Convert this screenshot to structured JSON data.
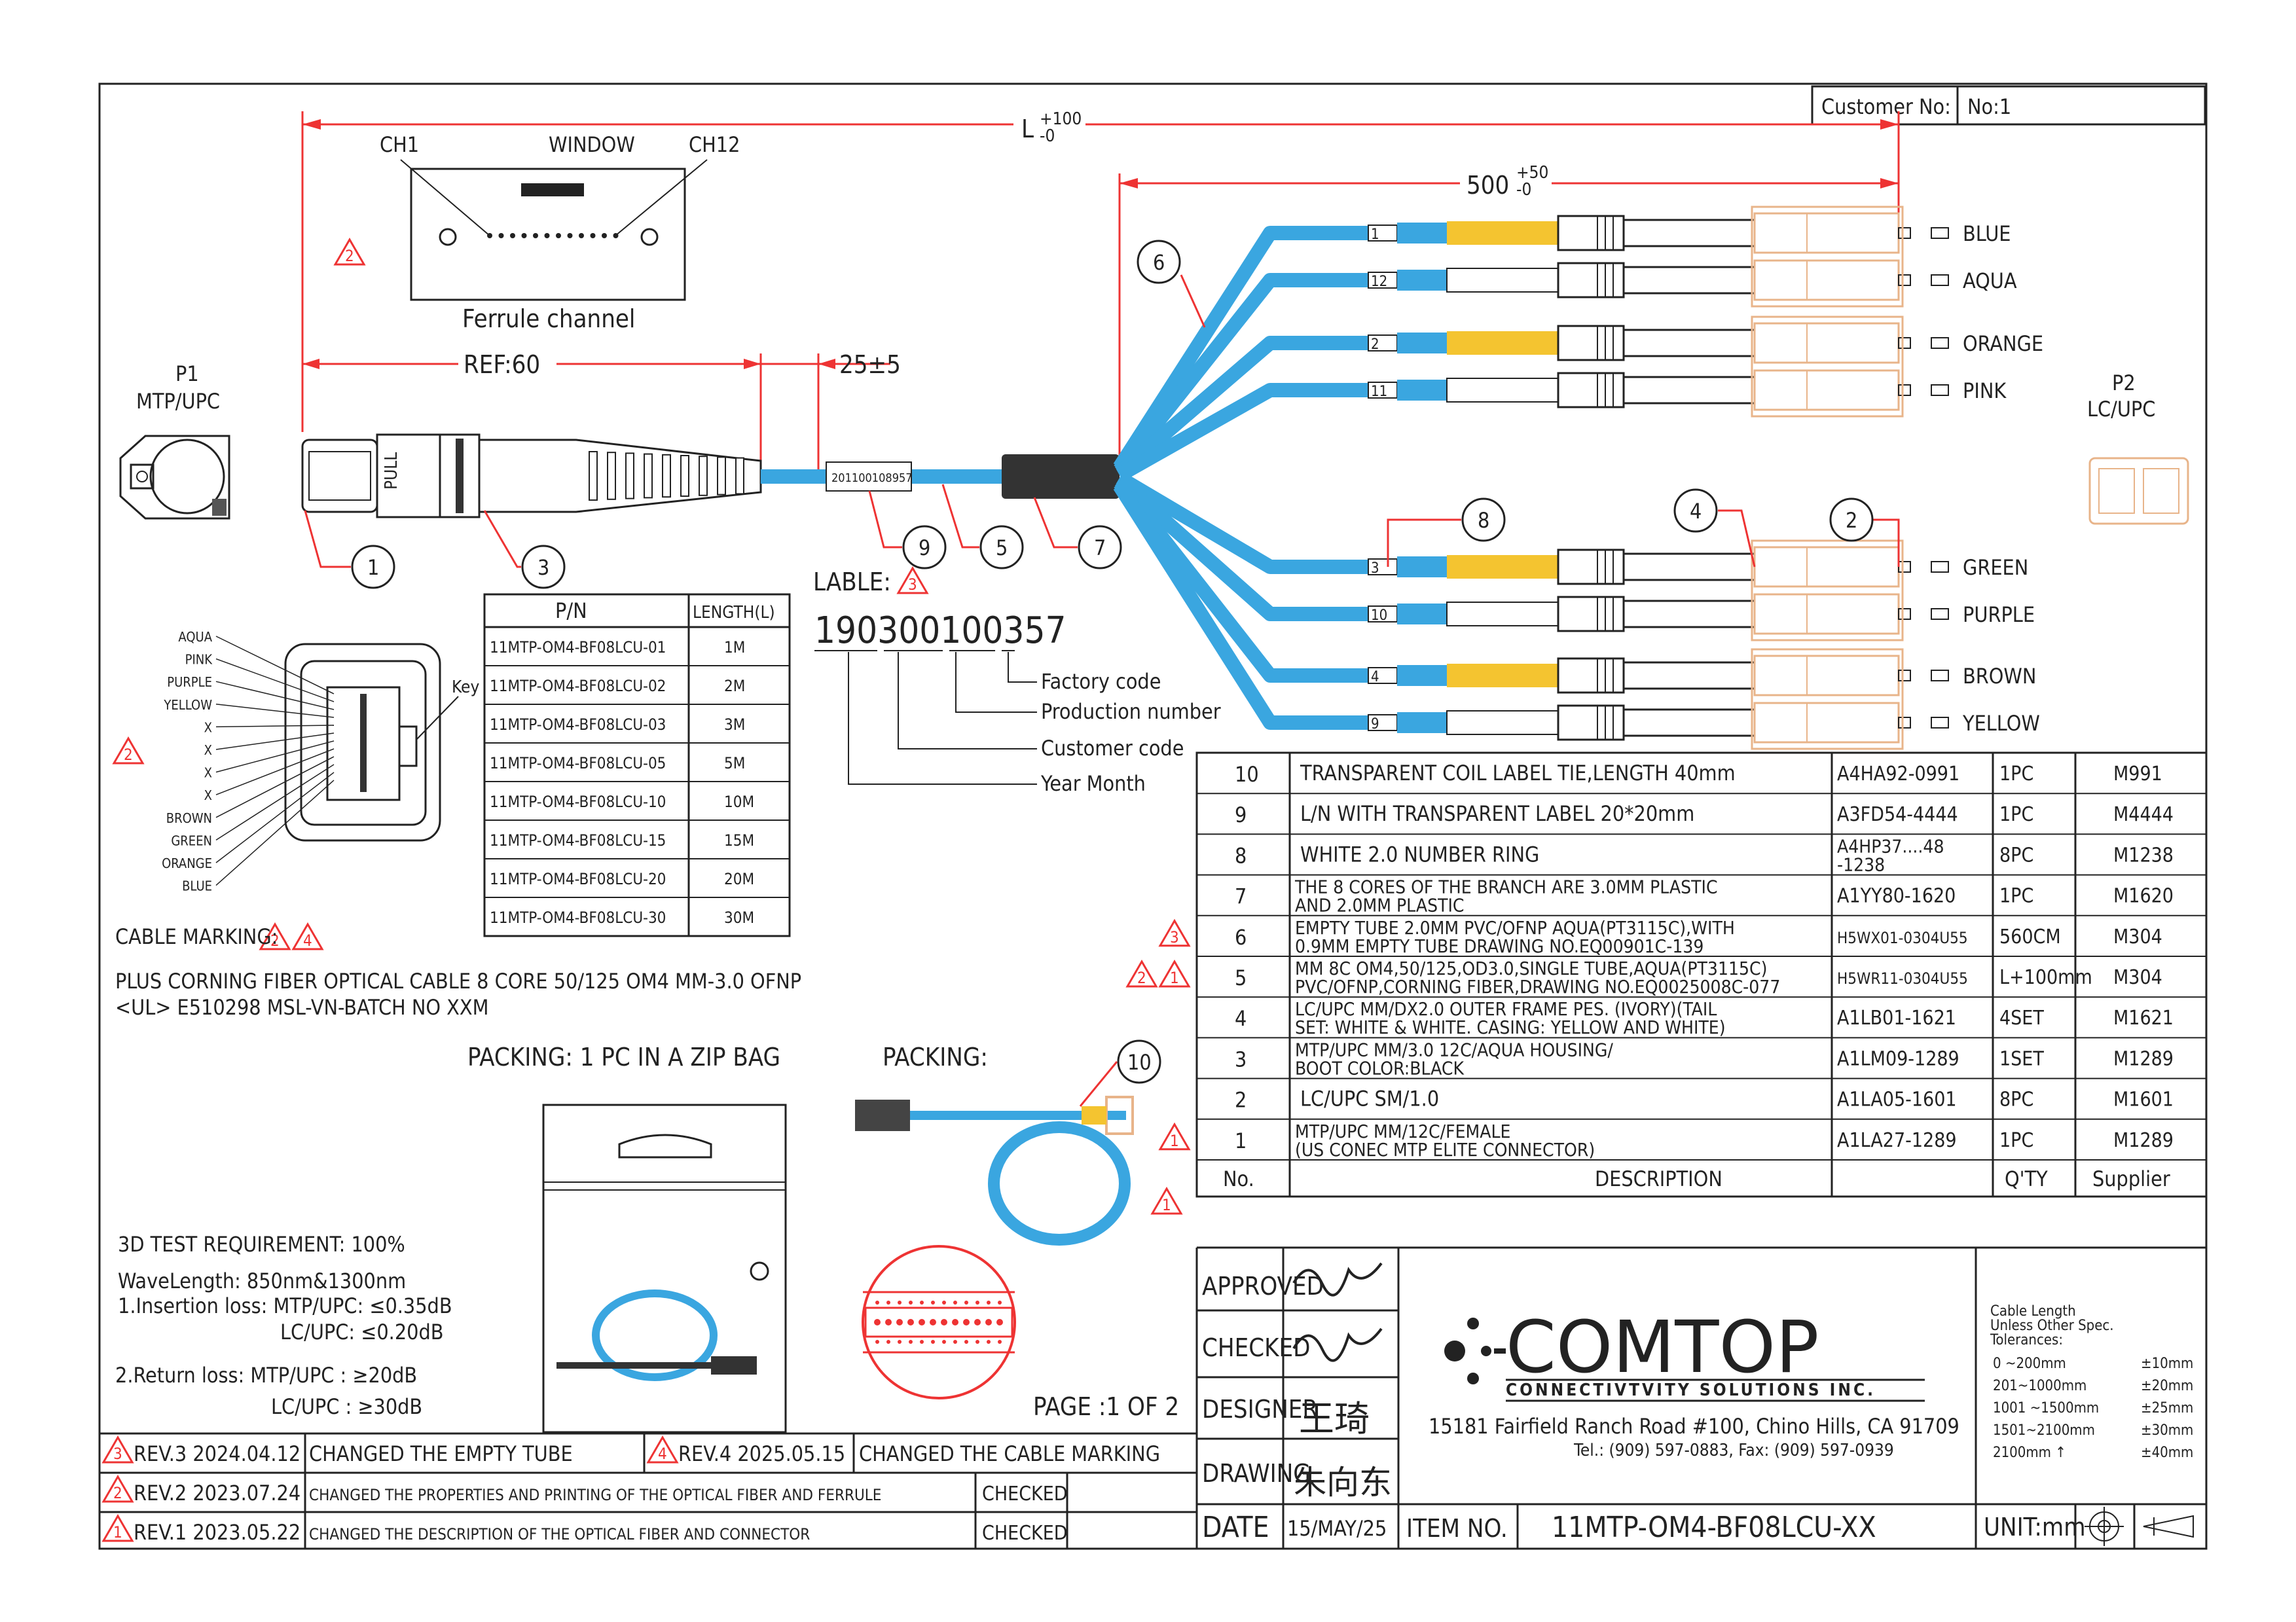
{
  "header": {
    "customer_label": "Customer No:",
    "customer_no": "No:1"
  },
  "dimensions": {
    "overall": "L",
    "overall_tol_plus": "+100",
    "overall_tol_minus": "-0",
    "ref": "REF:60",
    "boot": "25±5",
    "branch": "500",
    "branch_tol_plus": "+50",
    "branch_tol_minus": "-0"
  },
  "ferrule": {
    "ch1": "CH1",
    "window": "WINDOW",
    "ch12": "CH12",
    "caption": "Ferrule channel"
  },
  "p1": {
    "name": "P1",
    "type": "MTP/UPC"
  },
  "p2": {
    "name": "P2",
    "type": "LC/UPC"
  },
  "legs": [
    {
      "num": "1",
      "color": "BLUE",
      "yellow": true
    },
    {
      "num": "12",
      "color": "AQUA",
      "yellow": false
    },
    {
      "num": "2",
      "color": "ORANGE",
      "yellow": true
    },
    {
      "num": "11",
      "color": "PINK",
      "yellow": false
    },
    {
      "num": "3",
      "color": "GREEN",
      "yellow": true
    },
    {
      "num": "10",
      "color": "PURPLE",
      "yellow": false
    },
    {
      "num": "4",
      "color": "BROWN",
      "yellow": true
    },
    {
      "num": "9",
      "color": "YELLOW",
      "yellow": false
    }
  ],
  "balloons": [
    "1",
    "2",
    "3",
    "4",
    "5",
    "6",
    "7",
    "8",
    "9",
    "10"
  ],
  "cable_label_text": "201100108957",
  "lable": {
    "title": "LABLE:",
    "code": "190300100357",
    "factory": "Factory code",
    "production": "Production number",
    "customer": "Customer code",
    "yearmonth": "Year Month"
  },
  "fiber_map": {
    "labels": [
      "AQUA",
      "PINK",
      "PURPLE",
      "YELLOW",
      "X",
      "X",
      "X",
      "X",
      "BROWN",
      "GREEN",
      "ORANGE",
      "BLUE"
    ],
    "key": "Key"
  },
  "pn_table": {
    "headers": [
      "P/N",
      "LENGTH(L)"
    ],
    "rows": [
      [
        "11MTP-OM4-BF08LCU-01",
        "1M"
      ],
      [
        "11MTP-OM4-BF08LCU-02",
        "2M"
      ],
      [
        "11MTP-OM4-BF08LCU-03",
        "3M"
      ],
      [
        "11MTP-OM4-BF08LCU-05",
        "5M"
      ],
      [
        "11MTP-OM4-BF08LCU-10",
        "10M"
      ],
      [
        "11MTP-OM4-BF08LCU-15",
        "15M"
      ],
      [
        "11MTP-OM4-BF08LCU-20",
        "20M"
      ],
      [
        "11MTP-OM4-BF08LCU-30",
        "30M"
      ]
    ]
  },
  "cable_marking": {
    "title": "CABLE MARKING:",
    "line1": "PLUS CORNING FIBER OPTICAL CABLE 8 CORE 50/125 OM4 MM-3.0 OFNP",
    "line2": "<UL> E510298   MSL-VN-BATCH NO XXM"
  },
  "packing": {
    "zip": "PACKING: 1 PC IN A ZIP BAG",
    "packing": "PACKING:"
  },
  "test": {
    "title": "3D TEST REQUIREMENT: 100%",
    "wavelength": "WaveLength: 850nm&1300nm",
    "il": "1.Insertion loss: MTP/UPC: ≤0.35dB",
    "il2": "LC/UPC: ≤0.20dB",
    "rl": "2.Return loss:  MTP/UPC : ≥20dB",
    "rl2": "LC/UPC : ≥30dB"
  },
  "page": "PAGE :1 OF 2",
  "bom": {
    "headers": [
      "No.",
      "DESCRIPTION",
      "Q'TY",
      "Supplier"
    ],
    "rows": [
      {
        "no": "10",
        "d1": "TRANSPARENT COIL LABEL TIE,LENGTH 40mm",
        "d2": "",
        "code": "A4HA92-0991",
        "code2": "",
        "qty": "1PC",
        "sup": "M991",
        "rev": ""
      },
      {
        "no": "9",
        "d1": "L/N WITH TRANSPARENT LABEL 20*20mm",
        "d2": "",
        "code": "A3FD54-4444",
        "code2": "",
        "qty": "1PC",
        "sup": "M4444",
        "rev": ""
      },
      {
        "no": "8",
        "d1": "WHITE 2.0 NUMBER RING",
        "d2": "",
        "code": "A4HP37....48",
        "code2": "-1238",
        "qty": "8PC",
        "sup": "M1238",
        "rev": ""
      },
      {
        "no": "7",
        "d1": "THE 8 CORES OF THE BRANCH ARE 3.0MM PLASTIC",
        "d2": "AND 2.0MM PLASTIC",
        "code": "A1YY80-1620",
        "code2": "",
        "qty": "1PC",
        "sup": "M1620",
        "rev": ""
      },
      {
        "no": "6",
        "d1": "EMPTY TUBE 2.0MM PVC/OFNP AQUA(PT3115C),WITH",
        "d2": "0.9MM EMPTY TUBE DRAWING NO.EQ00901C-139",
        "code": "H5WX01-0304U55",
        "code2": "",
        "qty": "560CM",
        "sup": "M304",
        "rev": "3"
      },
      {
        "no": "5",
        "d1": "MM 8C OM4,50/125,OD3.0,SINGLE TUBE,AQUA(PT3115C)",
        "d2": "PVC/OFNP,CORNING FIBER,DRAWING NO.EQ0025008C-077",
        "code": "H5WR11-0304U55",
        "code2": "",
        "qty": "L+100mm",
        "sup": "M304",
        "rev": "21"
      },
      {
        "no": "4",
        "d1": "LC/UPC MM/DX2.0 OUTER FRAME PES. (IVORY)(TAIL",
        "d2": "SET: WHITE & WHITE. CASING: YELLOW AND WHITE)",
        "code": "A1LB01-1621",
        "code2": "",
        "qty": "4SET",
        "sup": "M1621",
        "rev": ""
      },
      {
        "no": "3",
        "d1": "MTP/UPC MM/3.0 12C/AQUA HOUSING/",
        "d2": "BOOT COLOR:BLACK",
        "code": "A1LM09-1289",
        "code2": "",
        "qty": "1SET",
        "sup": "M1289",
        "rev": ""
      },
      {
        "no": "2",
        "d1": "LC/UPC SM/1.0",
        "d2": "",
        "code": "A1LA05-1601",
        "code2": "",
        "qty": "8PC",
        "sup": "M1601",
        "rev": ""
      },
      {
        "no": "1",
        "d1": "MTP/UPC MM/12C/FEMALE",
        "d2": "(US CONEC MTP ELITE CONNECTOR)",
        "code": "A1LA27-1289",
        "code2": "",
        "qty": "1PC",
        "sup": "M1289",
        "rev": "1"
      }
    ]
  },
  "revisions": [
    {
      "rev": "REV.3",
      "date": "2024.04.12",
      "desc": "CHANGED THE EMPTY TUBE",
      "num": "3"
    },
    {
      "rev": "REV.4",
      "date": "2025.05.15",
      "desc": "CHANGED THE CABLE MARKING",
      "num": "4"
    },
    {
      "rev": "REV.2",
      "date": "2023.07.24",
      "desc": "CHANGED THE PROPERTIES AND PRINTING OF THE OPTICAL FIBER AND FERRULE",
      "checked": "CHECKED",
      "num": "2"
    },
    {
      "rev": "REV.1",
      "date": "2023.05.22",
      "desc": "CHANGED THE DESCRIPTION OF THE OPTICAL FIBER AND CONNECTOR",
      "checked": "CHECKED",
      "num": "1"
    }
  ],
  "signoff": {
    "approved": "APPROVED",
    "checked": "CHECKED",
    "designer": "DESIGNER",
    "drawing": "DRAWING",
    "designer_name": "王琦",
    "drawing_name": "朱向东"
  },
  "company": {
    "name": "COMTOP",
    "tagline": "CONNECTIVTVITY SOLUTIONS INC.",
    "address": "15181 Fairfield Ranch Road #100, Chino Hills, CA 91709",
    "contact": "Tel.: (909) 597-0883, Fax: (909) 597-0939"
  },
  "tolerances": {
    "title1": "Cable Length",
    "title2": "Unless Other Spec.",
    "title3": "Tolerances:",
    "rows": [
      [
        "0 ~200mm",
        "±10mm"
      ],
      [
        "201~1000mm",
        "±20mm"
      ],
      [
        "1001 ~1500mm",
        "±25mm"
      ],
      [
        "1501~2100mm",
        "±30mm"
      ],
      [
        "2100mm ↑",
        "±40mm"
      ]
    ]
  },
  "footer": {
    "date_label": "DATE",
    "date": "15/MAY/25",
    "item_label": "ITEM NO.",
    "item": "11MTP-OM4-BF08LCU-XX",
    "unit": "UNIT:mm"
  },
  "colors": {
    "cable": "#3aa6e0",
    "boot": "#f4c430",
    "accent": "#e33333",
    "ink": "#222222",
    "ivory": "#e8b48a"
  }
}
